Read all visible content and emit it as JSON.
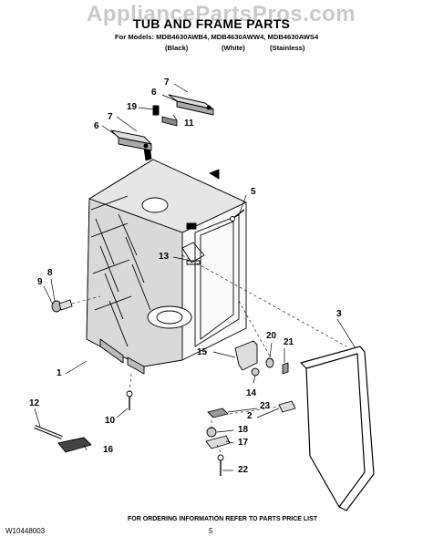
{
  "watermark": "AppliancePartsPros.com",
  "title": "TUB AND FRAME PARTS",
  "models_line": "For Models: MDB4630AWB4, MDB4630AWW4, MDB4630AWS4",
  "variants": [
    "(Black)",
    "(White)",
    "(Stainless)"
  ],
  "callouts": {
    "c7a": "7",
    "c6a": "6",
    "c19": "19",
    "c11": "11",
    "c7b": "7",
    "c6b": "6",
    "c5": "5",
    "c13": "13",
    "c8": "8",
    "c9": "9",
    "c3": "3",
    "c20": "20",
    "c21": "21",
    "c15": "15",
    "c1": "1",
    "c14": "14",
    "c23": "23",
    "c2": "2",
    "c12": "12",
    "c10": "10",
    "c18": "18",
    "c17": "17",
    "c16": "16",
    "c22": "22"
  },
  "footer": {
    "ordering_note": "FOR ORDERING INFORMATION REFER TO PARTS PRICE LIST",
    "doc_number": "W10448003",
    "page_number": "5"
  }
}
